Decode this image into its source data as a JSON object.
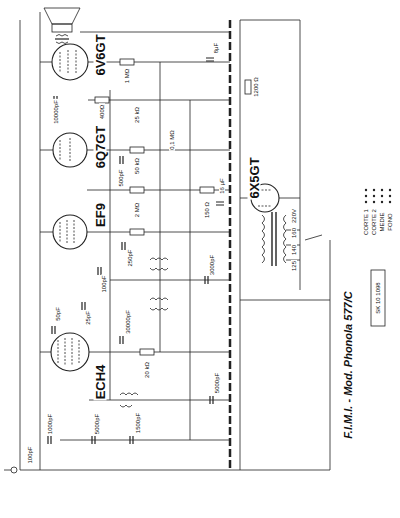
{
  "diagram": {
    "title": "F.I.M.I. - Mod. Phonola 577/C",
    "labels": [
      "6V6GT",
      "6Q7GT",
      "EF9",
      "ECH4",
      "6X5GT",
      "10000pF",
      "400Ω",
      "1 MΩ",
      "50 kΩ",
      "500pF",
      "2 MΩ",
      "250pF",
      "100pF",
      "25pF",
      "50pF",
      "30000pF",
      "20 kΩ",
      "5000pF",
      "1500pF",
      "1000pF",
      "100pF",
      "8μF",
      "1200 Ω",
      "150 Ω",
      "16 μF",
      "3000pF",
      "5000pF",
      "220V",
      "160",
      "140",
      "125",
      "25 kΩ",
      "0,1 MΩ",
      "CORTE 1",
      "CORTE 2",
      "MEDIE",
      "FONO",
      "SK 10 1098"
    ]
  }
}
